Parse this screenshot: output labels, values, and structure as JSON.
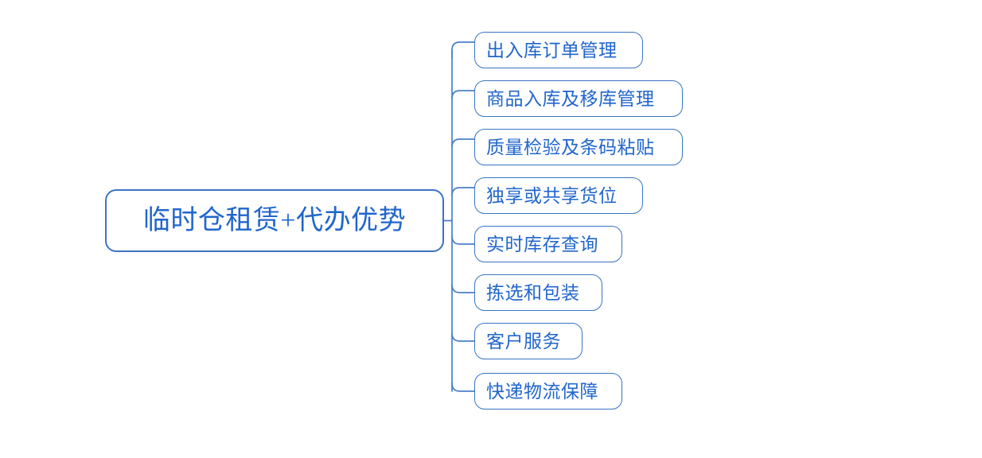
{
  "diagram": {
    "type": "mind-map",
    "orientation": "left-root-right-branches",
    "background_color": "#ffffff",
    "border_color": "#3a74c4",
    "text_color": "#2166cc",
    "connector_color": "#4a80c8",
    "root": {
      "label": "临时仓租赁+代办优势"
    },
    "branches": [
      {
        "label": "出入库订单管理"
      },
      {
        "label": "商品入库及移库管理"
      },
      {
        "label": "质量检验及条码粘贴"
      },
      {
        "label": "独享或共享货位"
      },
      {
        "label": "实时库存查询"
      },
      {
        "label": "拣选和包装"
      },
      {
        "label": "客户服务"
      },
      {
        "label": "快递物流保障"
      }
    ]
  }
}
